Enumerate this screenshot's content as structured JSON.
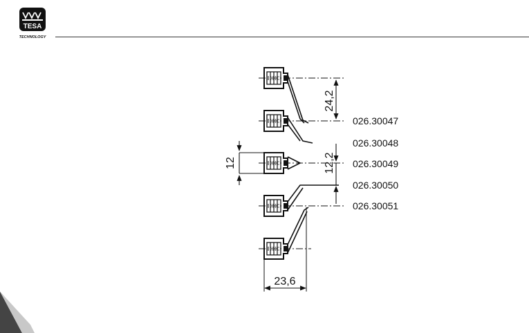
{
  "brand": {
    "logo_text": "TESA",
    "tagline": "TECHNOLOGY"
  },
  "drawing": {
    "part_numbers": [
      "026.30047",
      "026.30048",
      "026.30049",
      "026.30050",
      "026.30051"
    ],
    "dimensions": {
      "offset_top": "24,2",
      "offset_mid": "12,2",
      "height": "12",
      "width": "23,6"
    }
  }
}
